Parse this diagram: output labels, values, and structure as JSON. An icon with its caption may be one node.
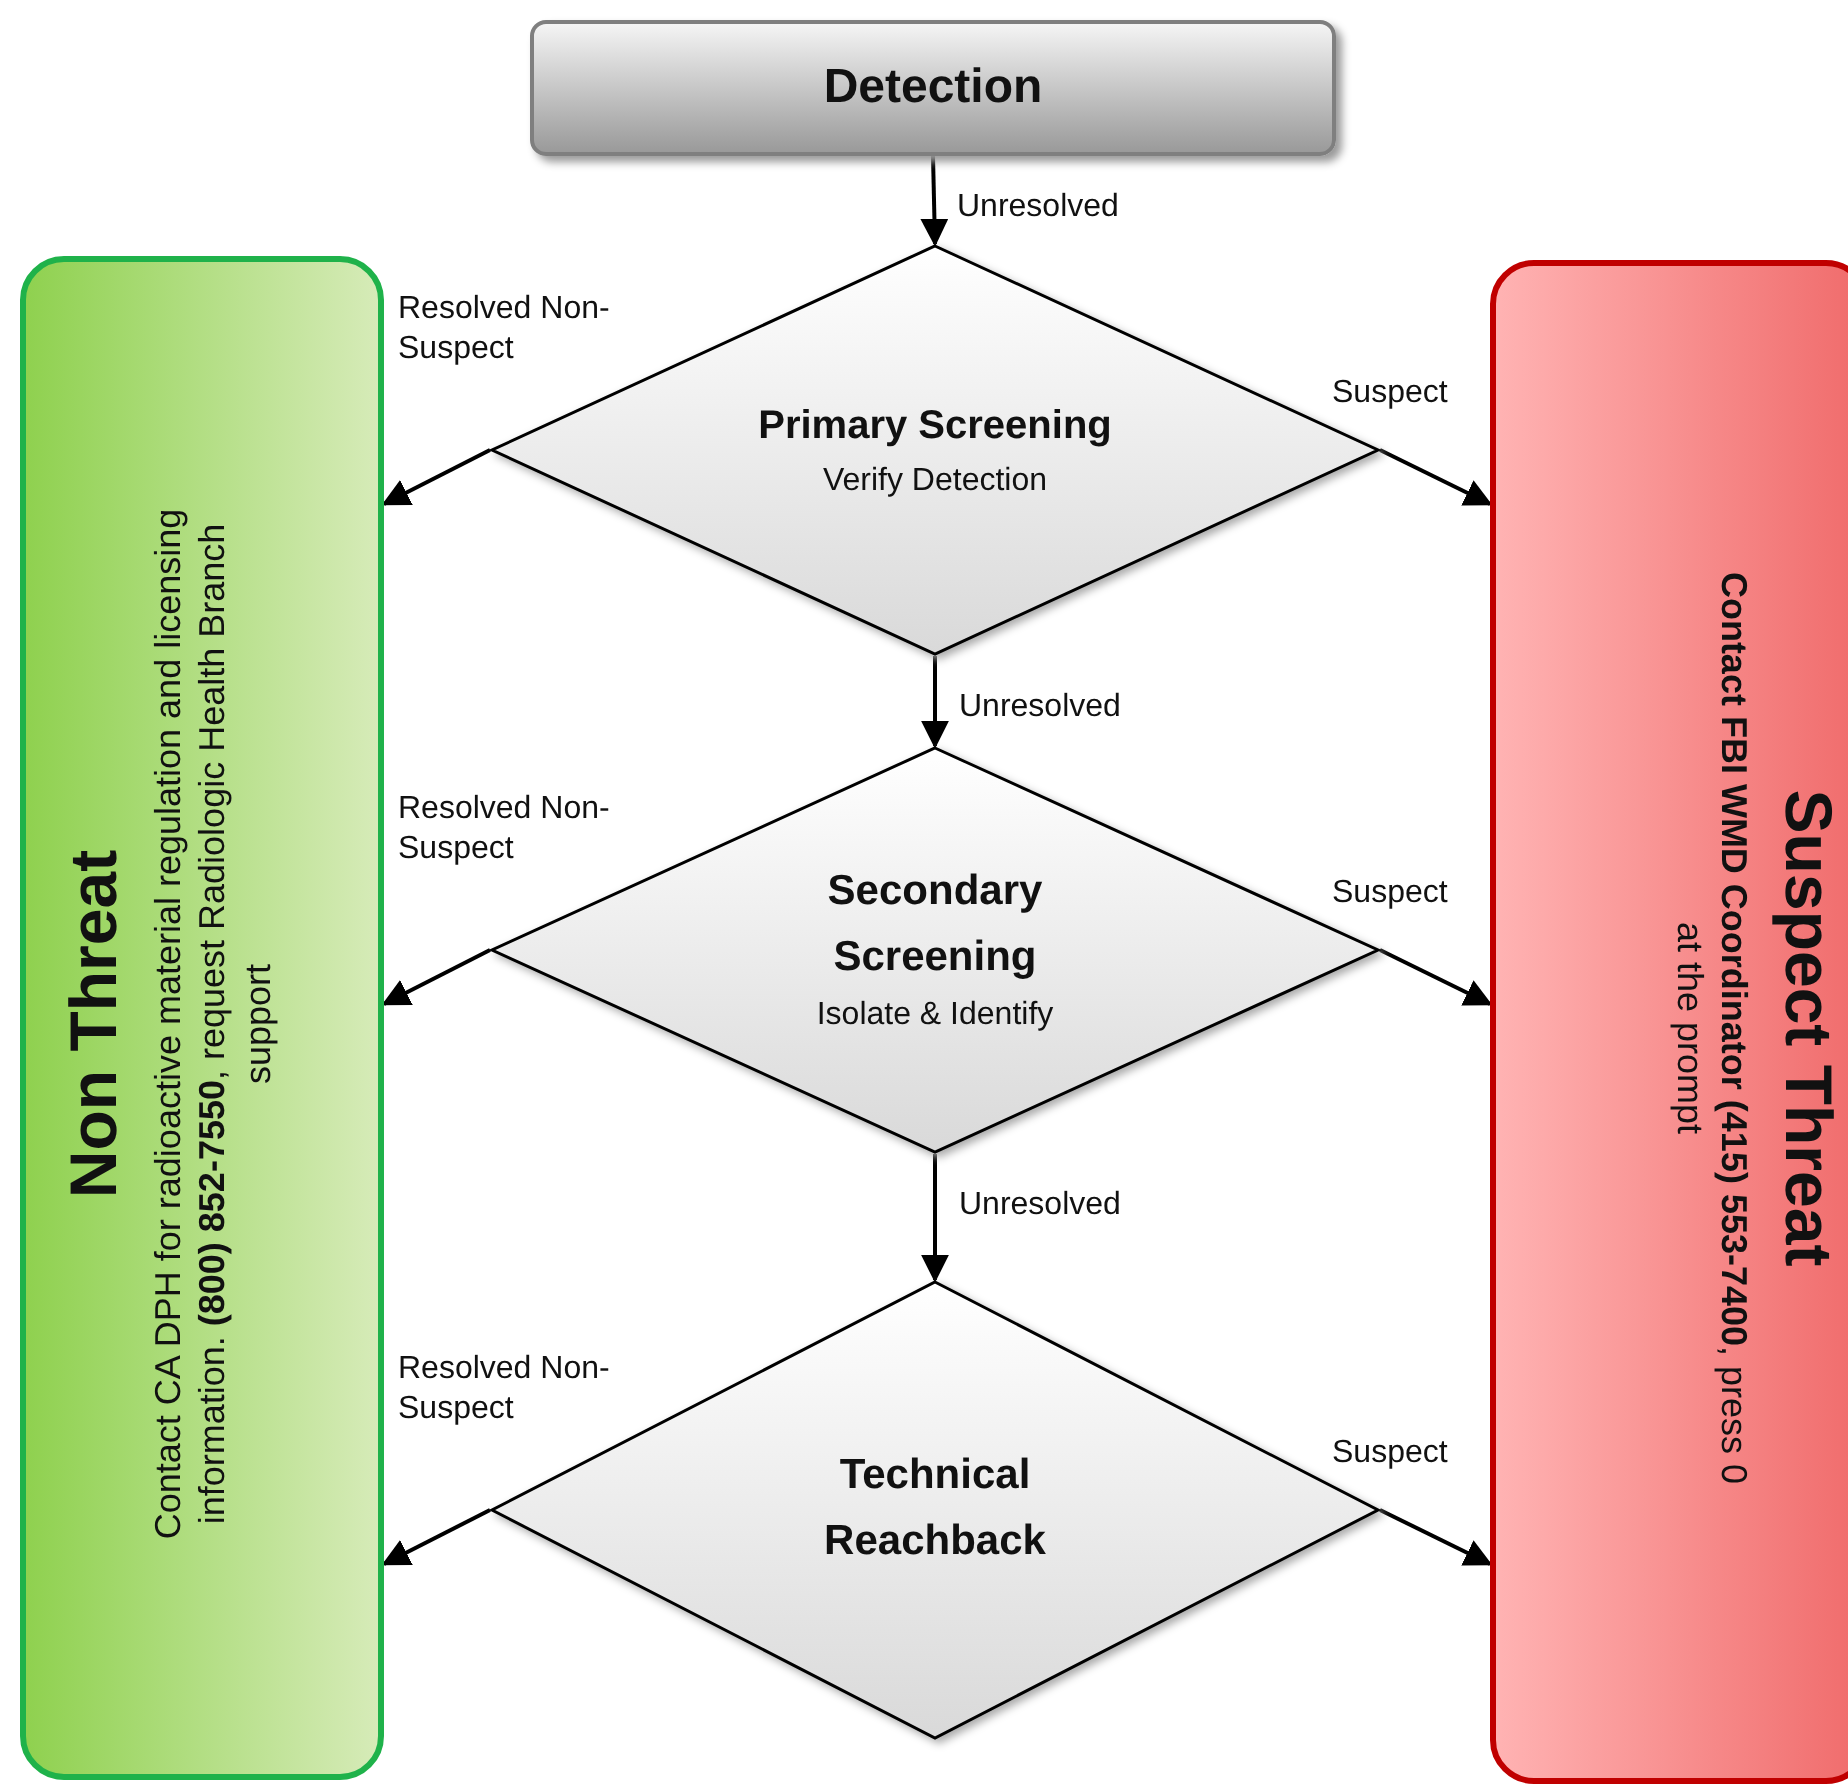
{
  "diagram": {
    "nodes": [
      {
        "text": [
          "Detection"
        ]
      },
      {
        "text": [
          "Primary Screening",
          "Verify Detection"
        ]
      },
      {
        "text": [
          "Secondary Screening",
          "Isolate & Identify"
        ]
      },
      {
        "text": [
          "Technical Reachback"
        ]
      },
      {
        "text": [
          "Non Threat",
          "Contact CA DPH for radioactive material regulation and licensing information. **(800) 852-7550**, request Radiologic Health Branch support"
        ]
      },
      {
        "text": [
          "Suspect Threat",
          "**Contact FBI WMD Coordinator (415) 553-7400**, press 0 at the prompt"
        ]
      }
    ],
    "edges": [
      {
        "from": 0,
        "to": 1,
        "arrow": "to",
        "label": "Unresolved"
      },
      {
        "from": 1,
        "to": 4,
        "arrow": "to",
        "label": "Resolved Non-Suspect"
      },
      {
        "from": 1,
        "to": 5,
        "arrow": "to",
        "label": "Suspect"
      },
      {
        "from": 1,
        "to": 2,
        "arrow": "to",
        "label": "Unresolved"
      },
      {
        "from": 2,
        "to": 4,
        "arrow": "to",
        "label": "Resolved Non-Suspect"
      },
      {
        "from": 2,
        "to": 5,
        "arrow": "to",
        "label": "Suspect"
      },
      {
        "from": 2,
        "to": 3,
        "arrow": "to",
        "label": "Unresolved"
      },
      {
        "from": 3,
        "to": 4,
        "arrow": "to",
        "label": "Resolved Non-Suspect"
      },
      {
        "from": 3,
        "to": 5,
        "arrow": "to",
        "label": "Suspect"
      }
    ]
  }
}
